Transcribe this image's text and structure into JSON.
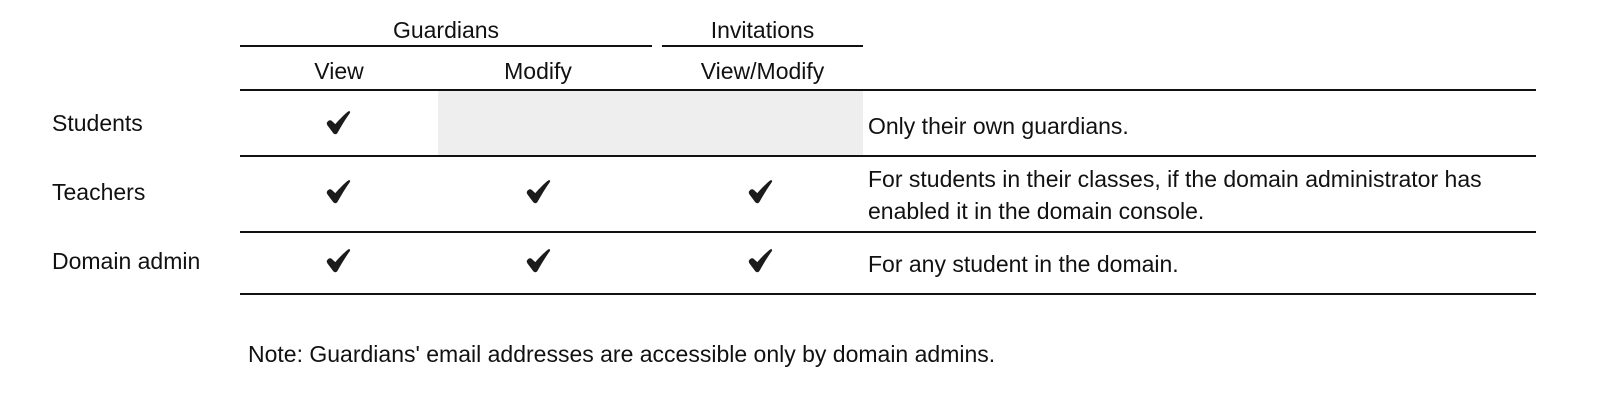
{
  "table": {
    "column_groups": [
      {
        "label": "Guardians",
        "span": 2
      },
      {
        "label": "Invitations",
        "span": 1
      }
    ],
    "columns": [
      {
        "label": "View"
      },
      {
        "label": "Modify"
      },
      {
        "label": "View/Modify"
      }
    ],
    "rows": [
      {
        "label": "Students",
        "view": "check",
        "modify": "shaded",
        "view_modify": "empty",
        "description": "Only their own guardians."
      },
      {
        "label": "Teachers",
        "view": "check",
        "modify": "check",
        "view_modify": "check",
        "description": "For students in their classes, if the domain administrator has enabled it in the domain console."
      },
      {
        "label": "Domain admin",
        "view": "check",
        "modify": "check",
        "view_modify": "check",
        "description": "For any student in the domain."
      }
    ]
  },
  "footnote": "Note: Guardians' email addresses are accessible only by domain admins.",
  "icons": {
    "check": "check-mark-icon"
  },
  "colors": {
    "text": "#111111",
    "rule": "#111111",
    "shaded_cell": "#eeeeee",
    "background": "#ffffff"
  }
}
